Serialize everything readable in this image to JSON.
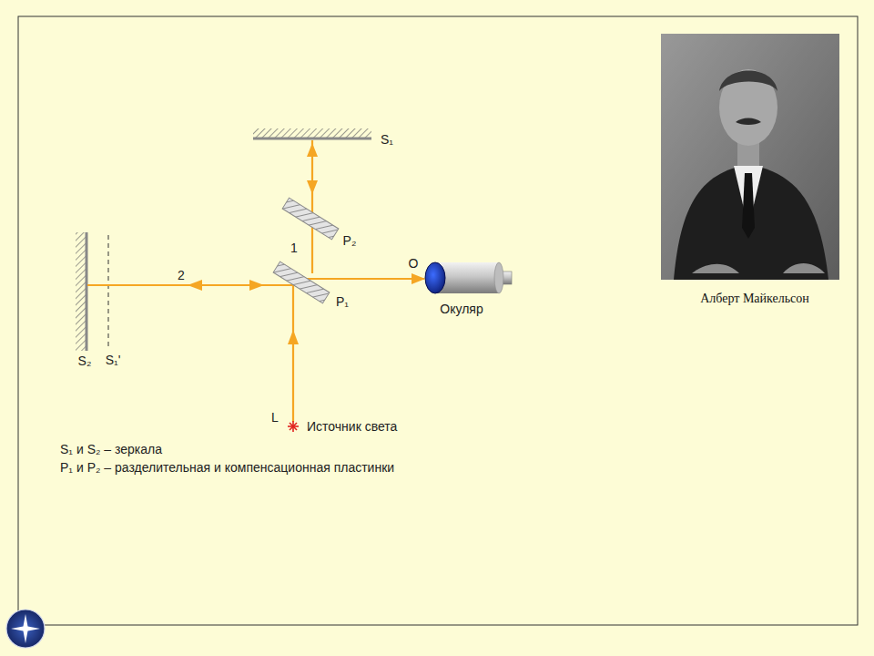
{
  "diagram": {
    "labels": [
      "S₁",
      "P₂",
      "1",
      "2",
      "O",
      "P₁",
      "Окуляр",
      "S₂",
      "S₁'",
      "L",
      "Источник света",
      "S₁ и S₂ – зеркала",
      "P₁ и P₂ – разделительная и компенсационная пластинки",
      "Алберт Майкельсон"
    ]
  }
}
